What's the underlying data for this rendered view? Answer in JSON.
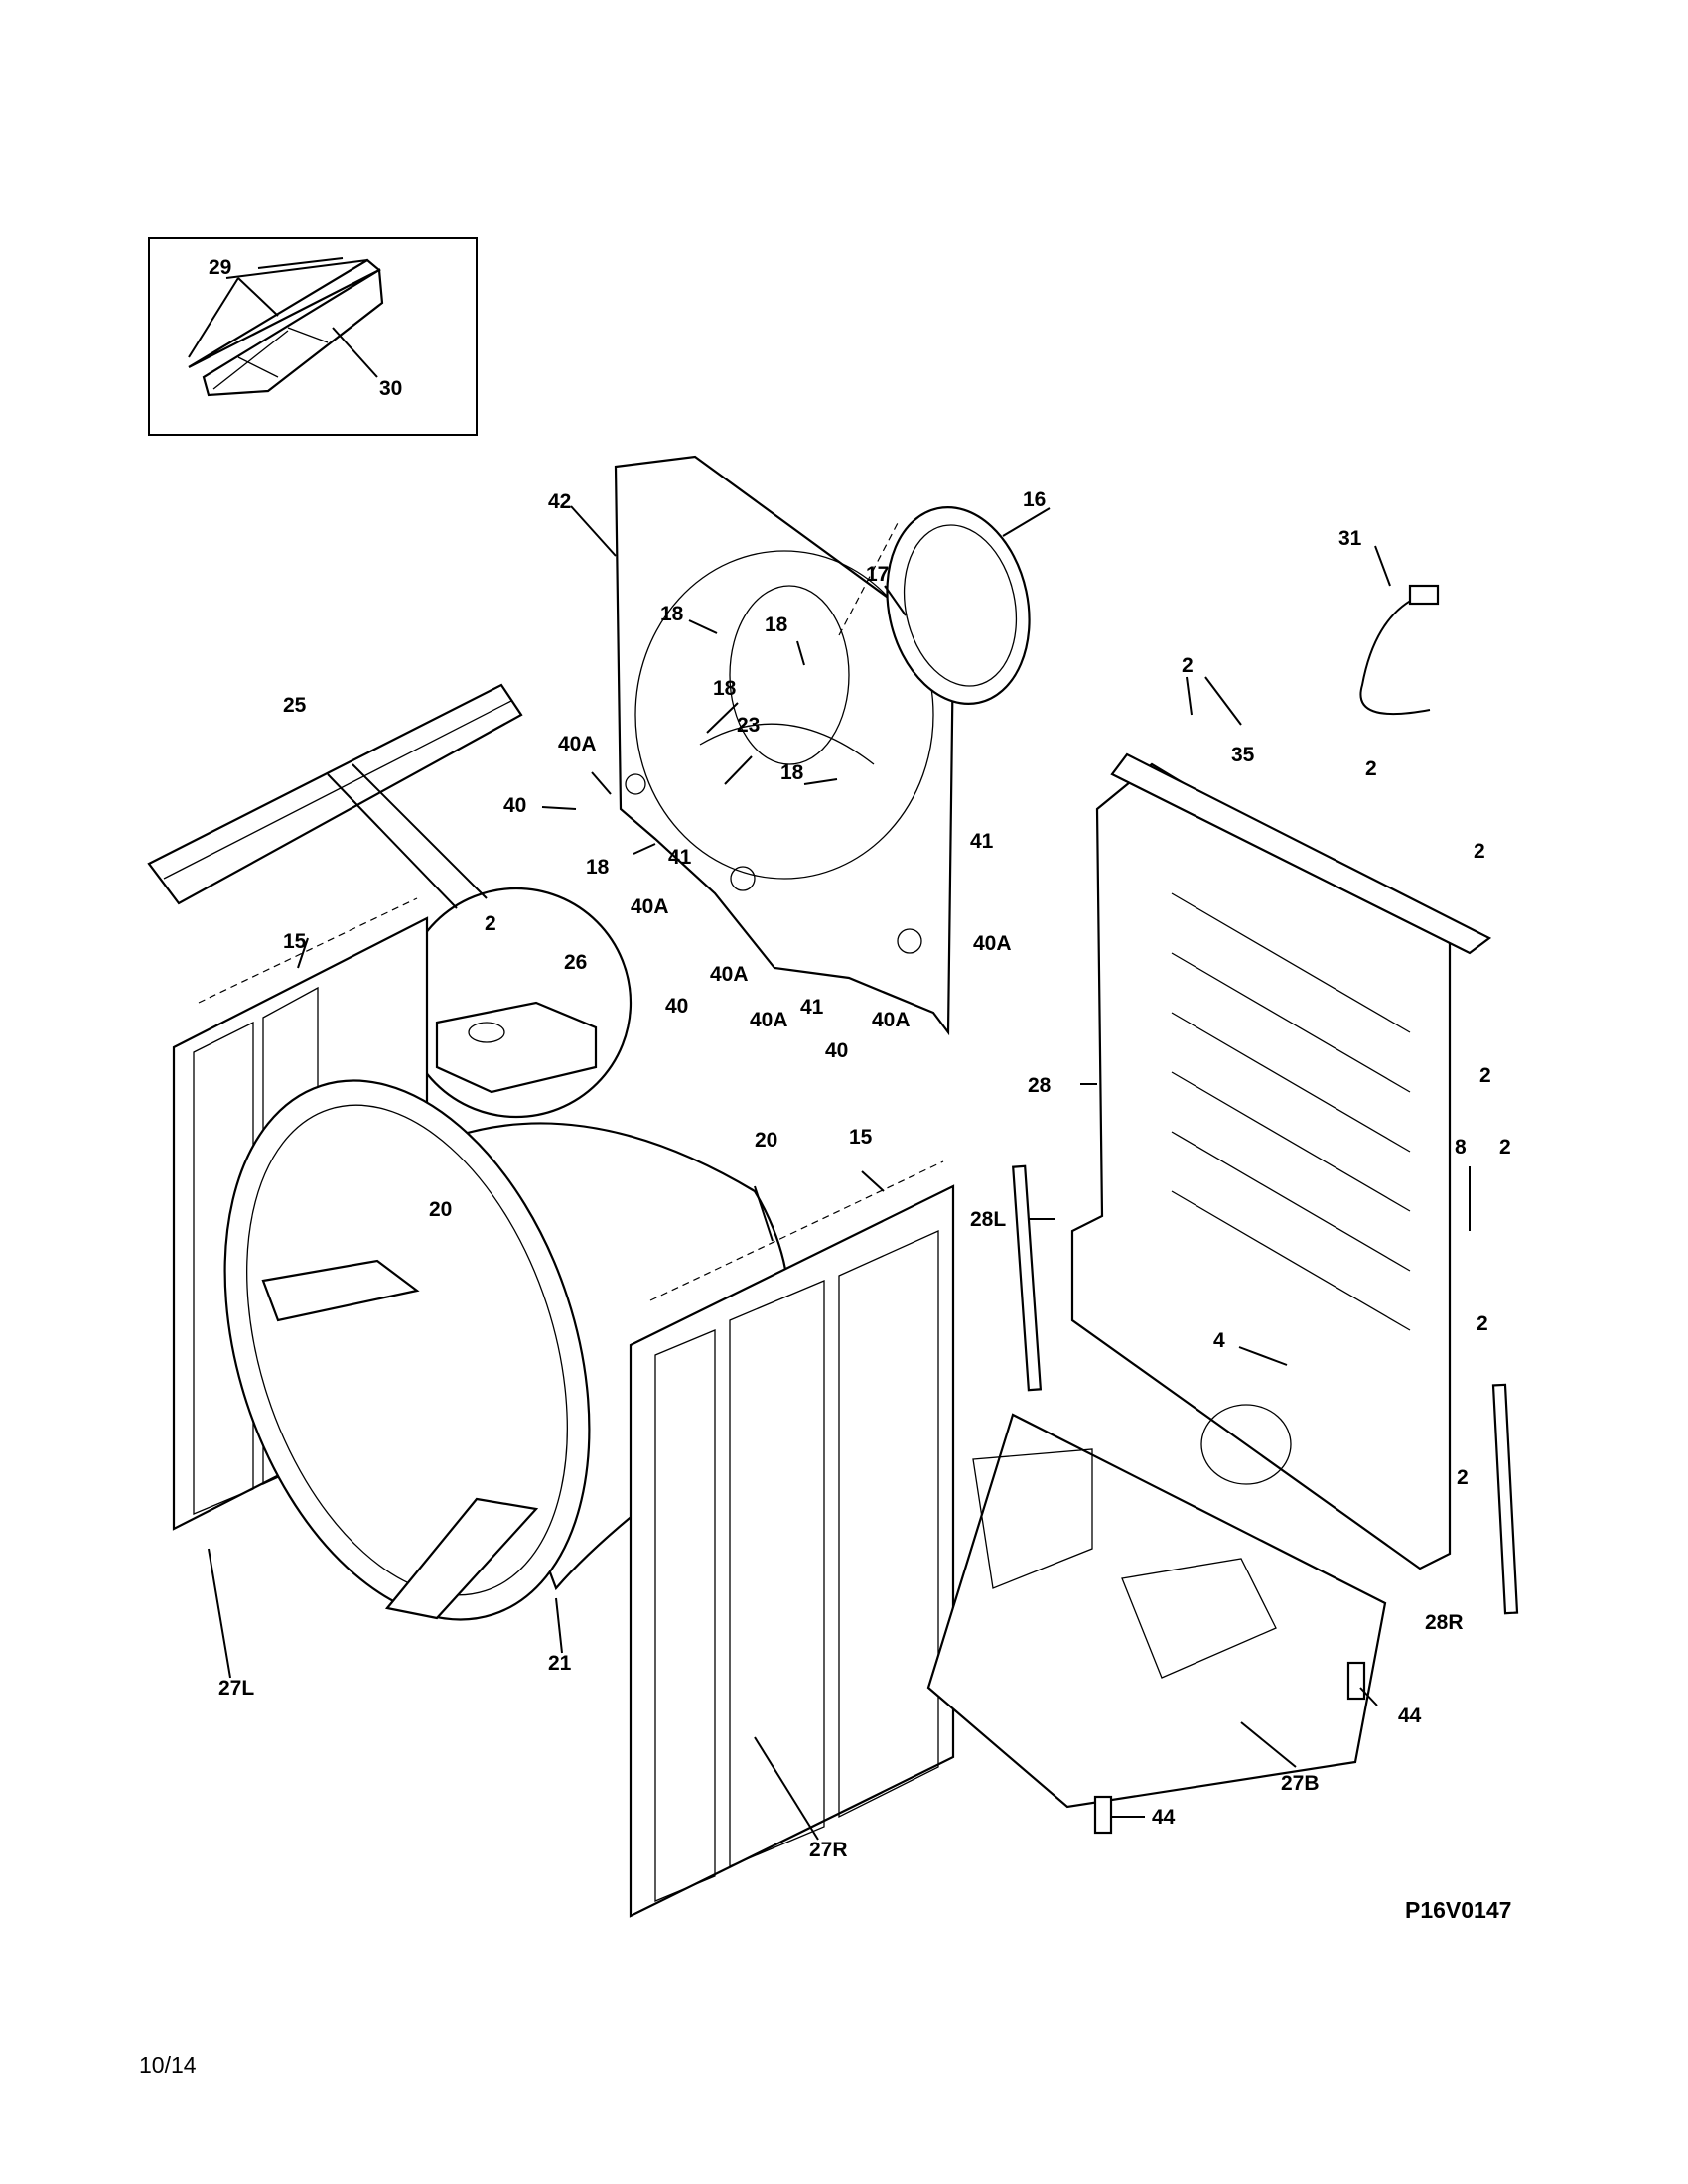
{
  "diagram": {
    "code": "P16V0147",
    "date": "10/14",
    "callouts": {
      "c2": "2",
      "c4": "4",
      "c8": "8",
      "c15": "15",
      "c16": "16",
      "c17": "17",
      "c18": "18",
      "c20": "20",
      "c21": "21",
      "c23": "23",
      "c25": "25",
      "c26": "26",
      "c27B": "27B",
      "c27L": "27L",
      "c27R": "27R",
      "c28": "28",
      "c28L": "28L",
      "c28R": "28R",
      "c29": "29",
      "c30": "30",
      "c31": "31",
      "c35": "35",
      "c40": "40",
      "c40A": "40A",
      "c41": "41",
      "c42": "42",
      "c44": "44"
    }
  }
}
